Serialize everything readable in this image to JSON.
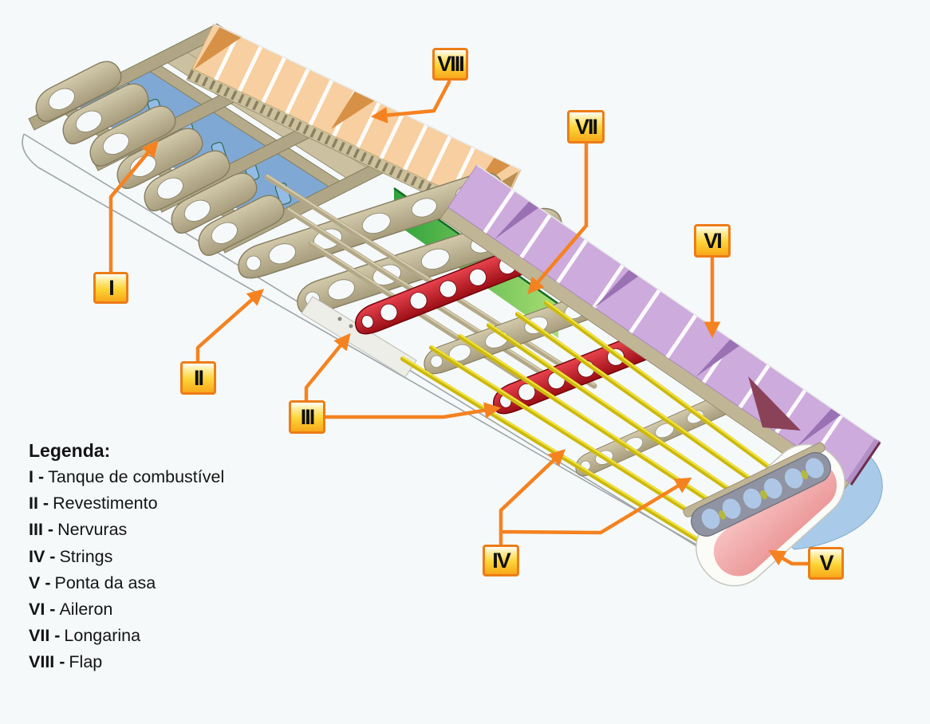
{
  "markers": [
    {
      "text": "I"
    },
    {
      "text": "II"
    },
    {
      "text": "III"
    },
    {
      "text": "IV"
    },
    {
      "text": "V"
    },
    {
      "text": "VI"
    },
    {
      "text": "VII"
    },
    {
      "text": "VIII"
    }
  ],
  "legend": {
    "title": "Legenda:",
    "items": [
      {
        "numeral": "I -",
        "text": "Tanque de combustível"
      },
      {
        "numeral": "II -",
        "text": "Revestimento"
      },
      {
        "numeral": "III -",
        "text": "Nervuras"
      },
      {
        "numeral": "IV -",
        "text": "Strings"
      },
      {
        "numeral": "V -",
        "text": "Ponta da asa"
      },
      {
        "numeral": "VI -",
        "text": "Aileron"
      },
      {
        "numeral": "VII -",
        "text": "Longarina"
      },
      {
        "numeral": "VIII -",
        "text": "Flap"
      }
    ]
  },
  "colors": {
    "bg": "#F5F9FA",
    "marker_border": "#ED7D17",
    "marker_top": "#FFFEF4",
    "marker_mid": "#FCD435",
    "marker_bottom": "#F8A81B",
    "leader_line": "#F58220",
    "text_color": "#141414",
    "structure_tan": "#BDB293",
    "fuel_tank_blue": "#7FA9D4",
    "flap_orange": "#F7CFA0",
    "aileron_purple": "#CDABDD",
    "spar_green": "#57B94B",
    "rib_red": "#CE1126",
    "string_yellow": "#D9C81C",
    "wingtip_pink": "#F2A8A8",
    "wingtip_blue": "#A9CBE9"
  }
}
